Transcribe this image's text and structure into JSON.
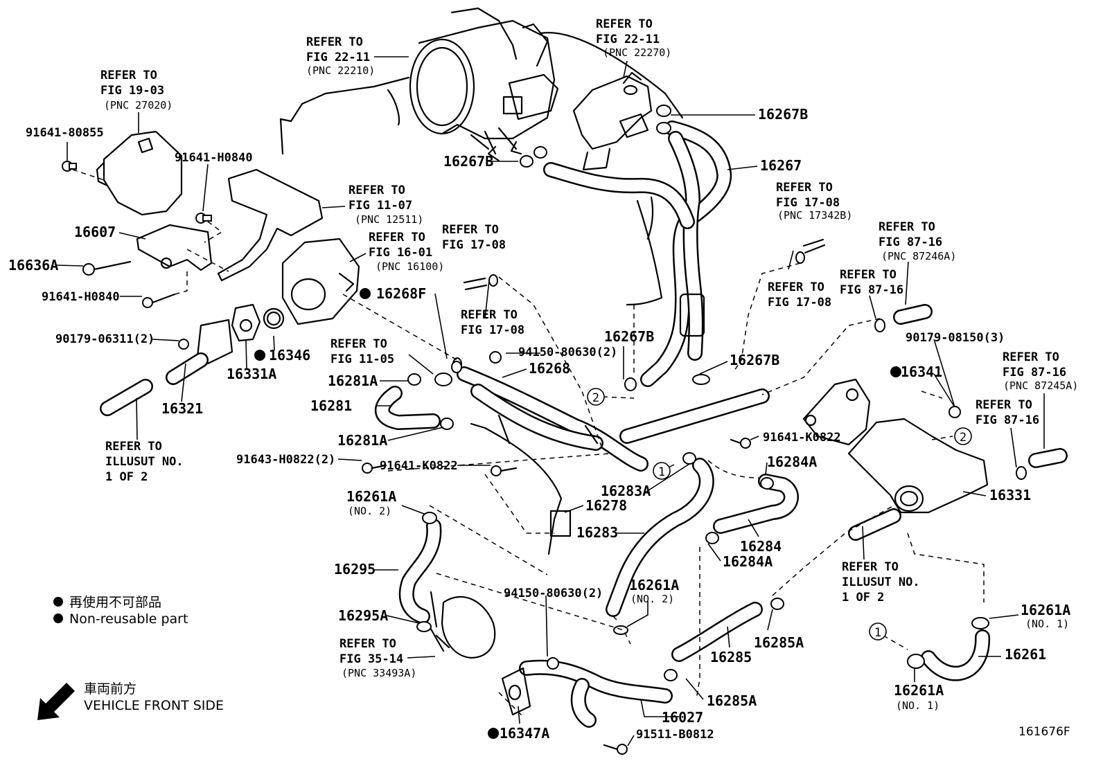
{
  "diagram_code": "161676F",
  "legend": {
    "nonreusable_jp": "再使用不可部品",
    "nonreusable_en": "Non-reusable part",
    "front_jp": "車両前方",
    "front_en": "VEHICLE FRONT SIDE"
  },
  "circled": [
    "1",
    "2"
  ],
  "labels": [
    {
      "id": "ref-fig22-11-throttle",
      "lines": [
        "REFER TO",
        "FIG 22-11",
        "(PNC 22210)"
      ]
    },
    {
      "id": "ref-fig22-11-valve",
      "lines": [
        "REFER TO",
        "FIG 22-11",
        "(PNC 22270)"
      ]
    },
    {
      "id": "ref-fig19-03",
      "lines": [
        "REFER TO",
        "FIG 19-03",
        "(PNC 27020)"
      ]
    },
    {
      "id": "p-91641-80855",
      "text": "91641-80855"
    },
    {
      "id": "p-91641-H0840-a",
      "text": "91641-H0840"
    },
    {
      "id": "p-16267B-a",
      "text": "16267B"
    },
    {
      "id": "p-16267B-b",
      "text": "16267B"
    },
    {
      "id": "p-16267",
      "text": "16267"
    },
    {
      "id": "ref-fig11-07",
      "lines": [
        "REFER TO",
        "FIG 11-07",
        "(PNC 12511)"
      ]
    },
    {
      "id": "ref-fig16-01",
      "lines": [
        "REFER TO",
        "FIG 16-01",
        "(PNC 16100)"
      ]
    },
    {
      "id": "ref-fig17-08-a",
      "lines": [
        "REFER TO",
        "FIG 17-08"
      ]
    },
    {
      "id": "ref-fig17-08-b",
      "lines": [
        "REFER TO",
        "FIG 17-08",
        "(PNC 17342B)"
      ]
    },
    {
      "id": "ref-fig17-08-c",
      "lines": [
        "REFER TO",
        "FIG 17-08"
      ]
    },
    {
      "id": "ref-fig17-08-d",
      "lines": [
        "REFER TO",
        "FIG 17-08"
      ]
    },
    {
      "id": "ref-fig87-16-a",
      "lines": [
        "REFER TO",
        "FIG 87-16",
        "(PNC 87246A)"
      ]
    },
    {
      "id": "ref-fig87-16-b",
      "lines": [
        "REFER TO",
        "FIG 87-16"
      ]
    },
    {
      "id": "p-16607",
      "text": "16607"
    },
    {
      "id": "p-16636A",
      "text": "16636A"
    },
    {
      "id": "p-91641-H0840-b",
      "text": "91641-H0840"
    },
    {
      "id": "p-16268F",
      "text": "16268F"
    },
    {
      "id": "p-90179-06311",
      "text": "90179-06311(2)"
    },
    {
      "id": "p-16346",
      "text": "16346"
    },
    {
      "id": "p-16331A",
      "text": "16331A"
    },
    {
      "id": "p-16321",
      "text": "16321"
    },
    {
      "id": "ref-illust-left",
      "lines": [
        "REFER TO",
        "ILLUSUT NO.",
        "1 OF 2"
      ]
    },
    {
      "id": "ref-fig11-05",
      "lines": [
        "REFER TO",
        "FIG 11-05"
      ]
    },
    {
      "id": "p-94150-80630-a",
      "text": "94150-80630(2)"
    },
    {
      "id": "p-16268",
      "text": "16268"
    },
    {
      "id": "p-16267B-c",
      "text": "16267B"
    },
    {
      "id": "p-16267B-d",
      "text": "16267B"
    },
    {
      "id": "p-90179-08150",
      "text": "90179-08150(3)"
    },
    {
      "id": "ref-fig87-16-c",
      "lines": [
        "REFER TO",
        "FIG 87-16",
        "(PNC 87245A)"
      ]
    },
    {
      "id": "p-16341",
      "text": "16341"
    },
    {
      "id": "ref-fig87-16-d",
      "lines": [
        "REFER TO",
        "FIG 87-16"
      ]
    },
    {
      "id": "p-16281A-a",
      "text": "16281A"
    },
    {
      "id": "p-16281",
      "text": "16281"
    },
    {
      "id": "p-16281A-b",
      "text": "16281A"
    },
    {
      "id": "p-91643-H0822",
      "text": "91643-H0822(2)"
    },
    {
      "id": "p-91641-K0822-a",
      "text": "91641-K0822"
    },
    {
      "id": "p-91641-K0822-b",
      "text": "91641-K0822"
    },
    {
      "id": "p-16284A-a",
      "text": "16284A"
    },
    {
      "id": "p-16283A",
      "text": "16283A"
    },
    {
      "id": "p-16331",
      "text": "16331"
    },
    {
      "id": "p-16261A-no2-a",
      "lines": [
        "16261A",
        "(NO. 2)"
      ]
    },
    {
      "id": "p-16278",
      "text": "16278"
    },
    {
      "id": "p-16283",
      "text": "16283"
    },
    {
      "id": "p-16284",
      "text": "16284"
    },
    {
      "id": "p-16284A-b",
      "text": "16284A"
    },
    {
      "id": "ref-illust-right",
      "lines": [
        "REFER TO",
        "ILLUSUT NO.",
        "1 OF 2"
      ]
    },
    {
      "id": "p-16295",
      "text": "16295"
    },
    {
      "id": "p-16261A-no2-b",
      "lines": [
        "16261A",
        "(NO. 2)"
      ]
    },
    {
      "id": "p-94150-80630-b",
      "text": "94150-80630(2)"
    },
    {
      "id": "p-16261A-no1-a",
      "lines": [
        "16261A",
        "(NO. 1)"
      ]
    },
    {
      "id": "p-16295A",
      "text": "16295A"
    },
    {
      "id": "p-16285A-a",
      "text": "16285A"
    },
    {
      "id": "ref-fig35-14",
      "lines": [
        "REFER TO",
        "FIG 35-14",
        "(PNC 33493A)"
      ]
    },
    {
      "id": "p-16285",
      "text": "16285"
    },
    {
      "id": "p-16261",
      "text": "16261"
    },
    {
      "id": "p-16285A-b",
      "text": "16285A"
    },
    {
      "id": "p-16027",
      "text": "16027"
    },
    {
      "id": "p-16261A-no1-b",
      "lines": [
        "16261A",
        "(NO. 1)"
      ]
    },
    {
      "id": "p-16347A",
      "text": "16347A"
    },
    {
      "id": "p-91511-B0812",
      "text": "91511-B0812"
    }
  ]
}
